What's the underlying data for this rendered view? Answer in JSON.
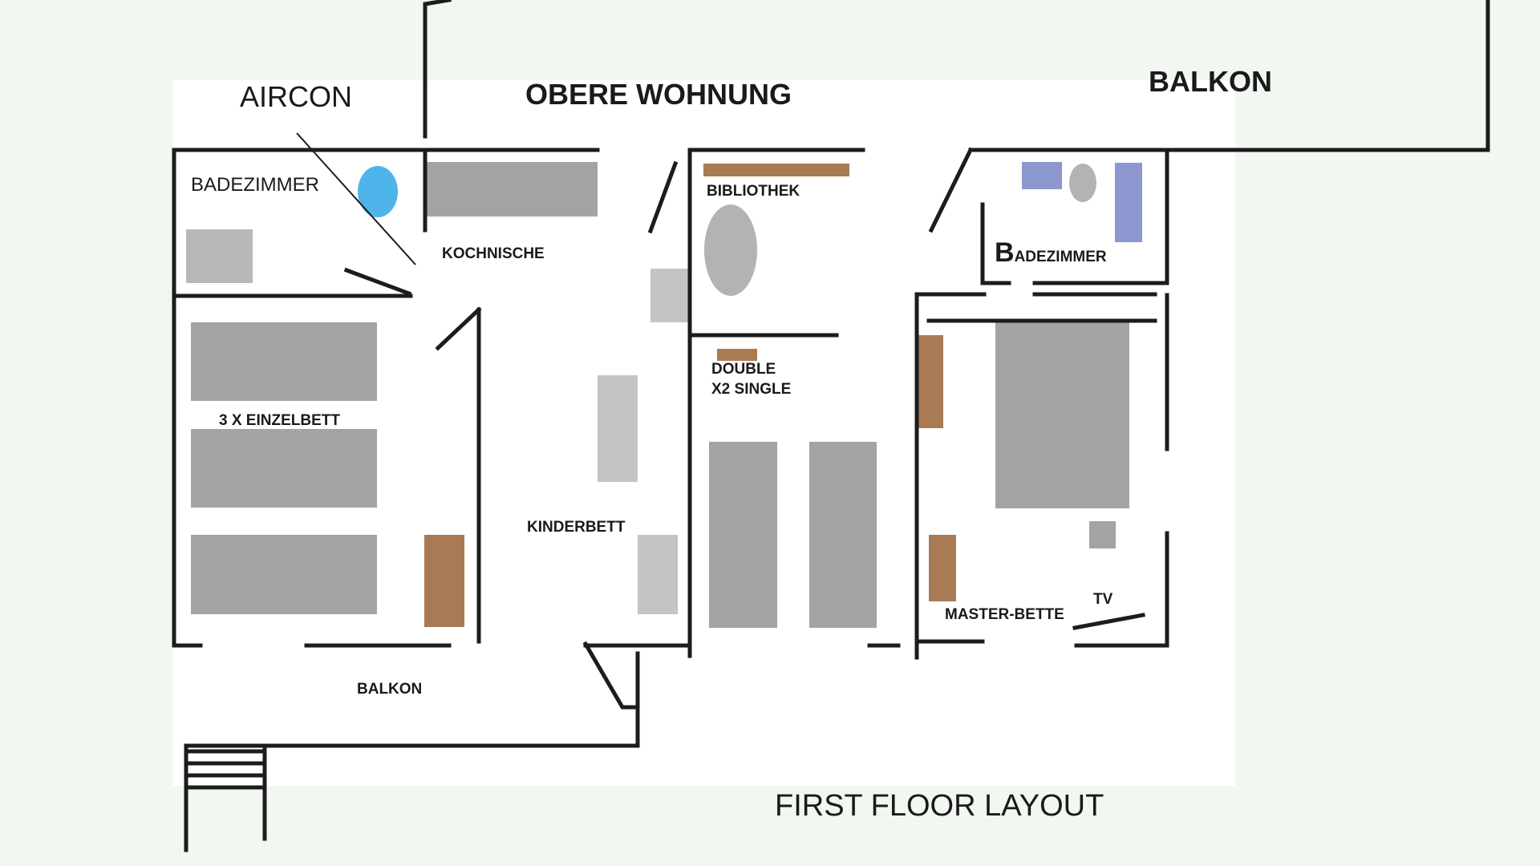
{
  "labels": {
    "aircon": "AIRCON",
    "obere_wohnung": "OBERE WOHNUNG",
    "balkon_top": "BALKON",
    "badezimmer_left": "BADEZIMMER",
    "kochnische": "KOCHNISCHE",
    "bibliothek": "BIBLIOTHEK",
    "badezimmer_right_initial": "B",
    "badezimmer_right_rest": "ADEZIMMER",
    "einzelbett": "3 X EINZELBETT",
    "double_line1": "DOUBLE",
    "double_line2": "X2 SINGLE",
    "kinderbett": "KINDERBETT",
    "master_bette": "MASTER-BETTE",
    "tv": "TV",
    "balkon_bottom": "BALKON",
    "first_floor_layout": "FIRST FLOOR LAYOUT"
  },
  "colors": {
    "background": "#f2f7f2",
    "floor": "#ffffff",
    "wall": "#1c1c1c",
    "furniture_grey": "#a3a3a3",
    "furniture_light": "#c4c4c4",
    "wood": "#a87b55",
    "blue_fixture": "#8c97cf",
    "aircon_blue": "#4fb4ea"
  }
}
